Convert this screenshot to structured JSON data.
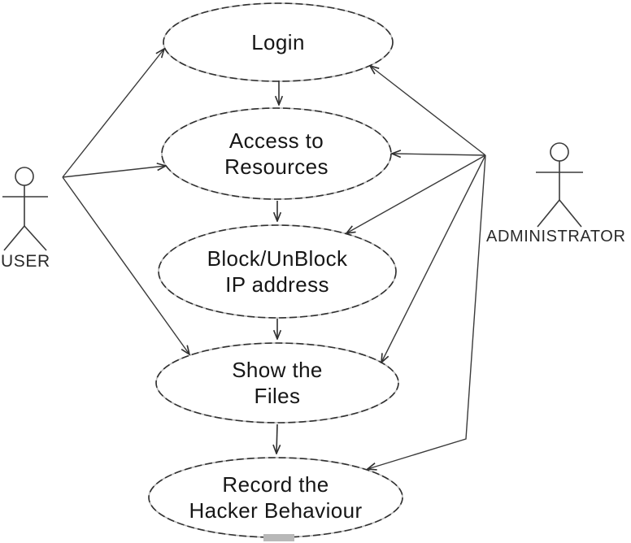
{
  "diagram": {
    "type": "uml-use-case",
    "background_color": "#ffffff",
    "ink_color": "#2f2f2f",
    "outline_gap_color": "#b9b9b9",
    "artifact_color": "#b8b8b8",
    "actors": [
      {
        "id": "user",
        "label": "USER"
      },
      {
        "id": "administrator",
        "label": "ADMINISTRATOR"
      }
    ],
    "use_cases": [
      {
        "id": "login",
        "label": "Login",
        "lines": [
          "Login"
        ]
      },
      {
        "id": "access-to-resources",
        "label": "Access to Resources",
        "lines": [
          "Access to",
          "Resources"
        ]
      },
      {
        "id": "block-unblock-ip-address",
        "label": "Block/UnBlock IP address",
        "lines": [
          "Block/UnBlock",
          "IP address"
        ]
      },
      {
        "id": "show-the-files",
        "label": "Show the Files",
        "lines": [
          "Show the",
          "Files"
        ]
      },
      {
        "id": "record-hacker-behaviour",
        "label": "Record the Hacker Behaviour",
        "lines": [
          "Record the",
          "Hacker Behaviour"
        ]
      }
    ],
    "edges": [
      {
        "from": "user",
        "to": "login"
      },
      {
        "from": "user",
        "to": "access-to-resources"
      },
      {
        "from": "user",
        "to": "show-the-files"
      },
      {
        "from": "administrator",
        "to": "login"
      },
      {
        "from": "administrator",
        "to": "access-to-resources"
      },
      {
        "from": "administrator",
        "to": "block-unblock-ip-address"
      },
      {
        "from": "administrator",
        "to": "show-the-files"
      },
      {
        "from": "administrator",
        "to": "record-hacker-behaviour"
      },
      {
        "from": "login",
        "to": "access-to-resources"
      },
      {
        "from": "access-to-resources",
        "to": "block-unblock-ip-address"
      },
      {
        "from": "block-unblock-ip-address",
        "to": "show-the-files"
      },
      {
        "from": "show-the-files",
        "to": "record-hacker-behaviour"
      }
    ]
  }
}
